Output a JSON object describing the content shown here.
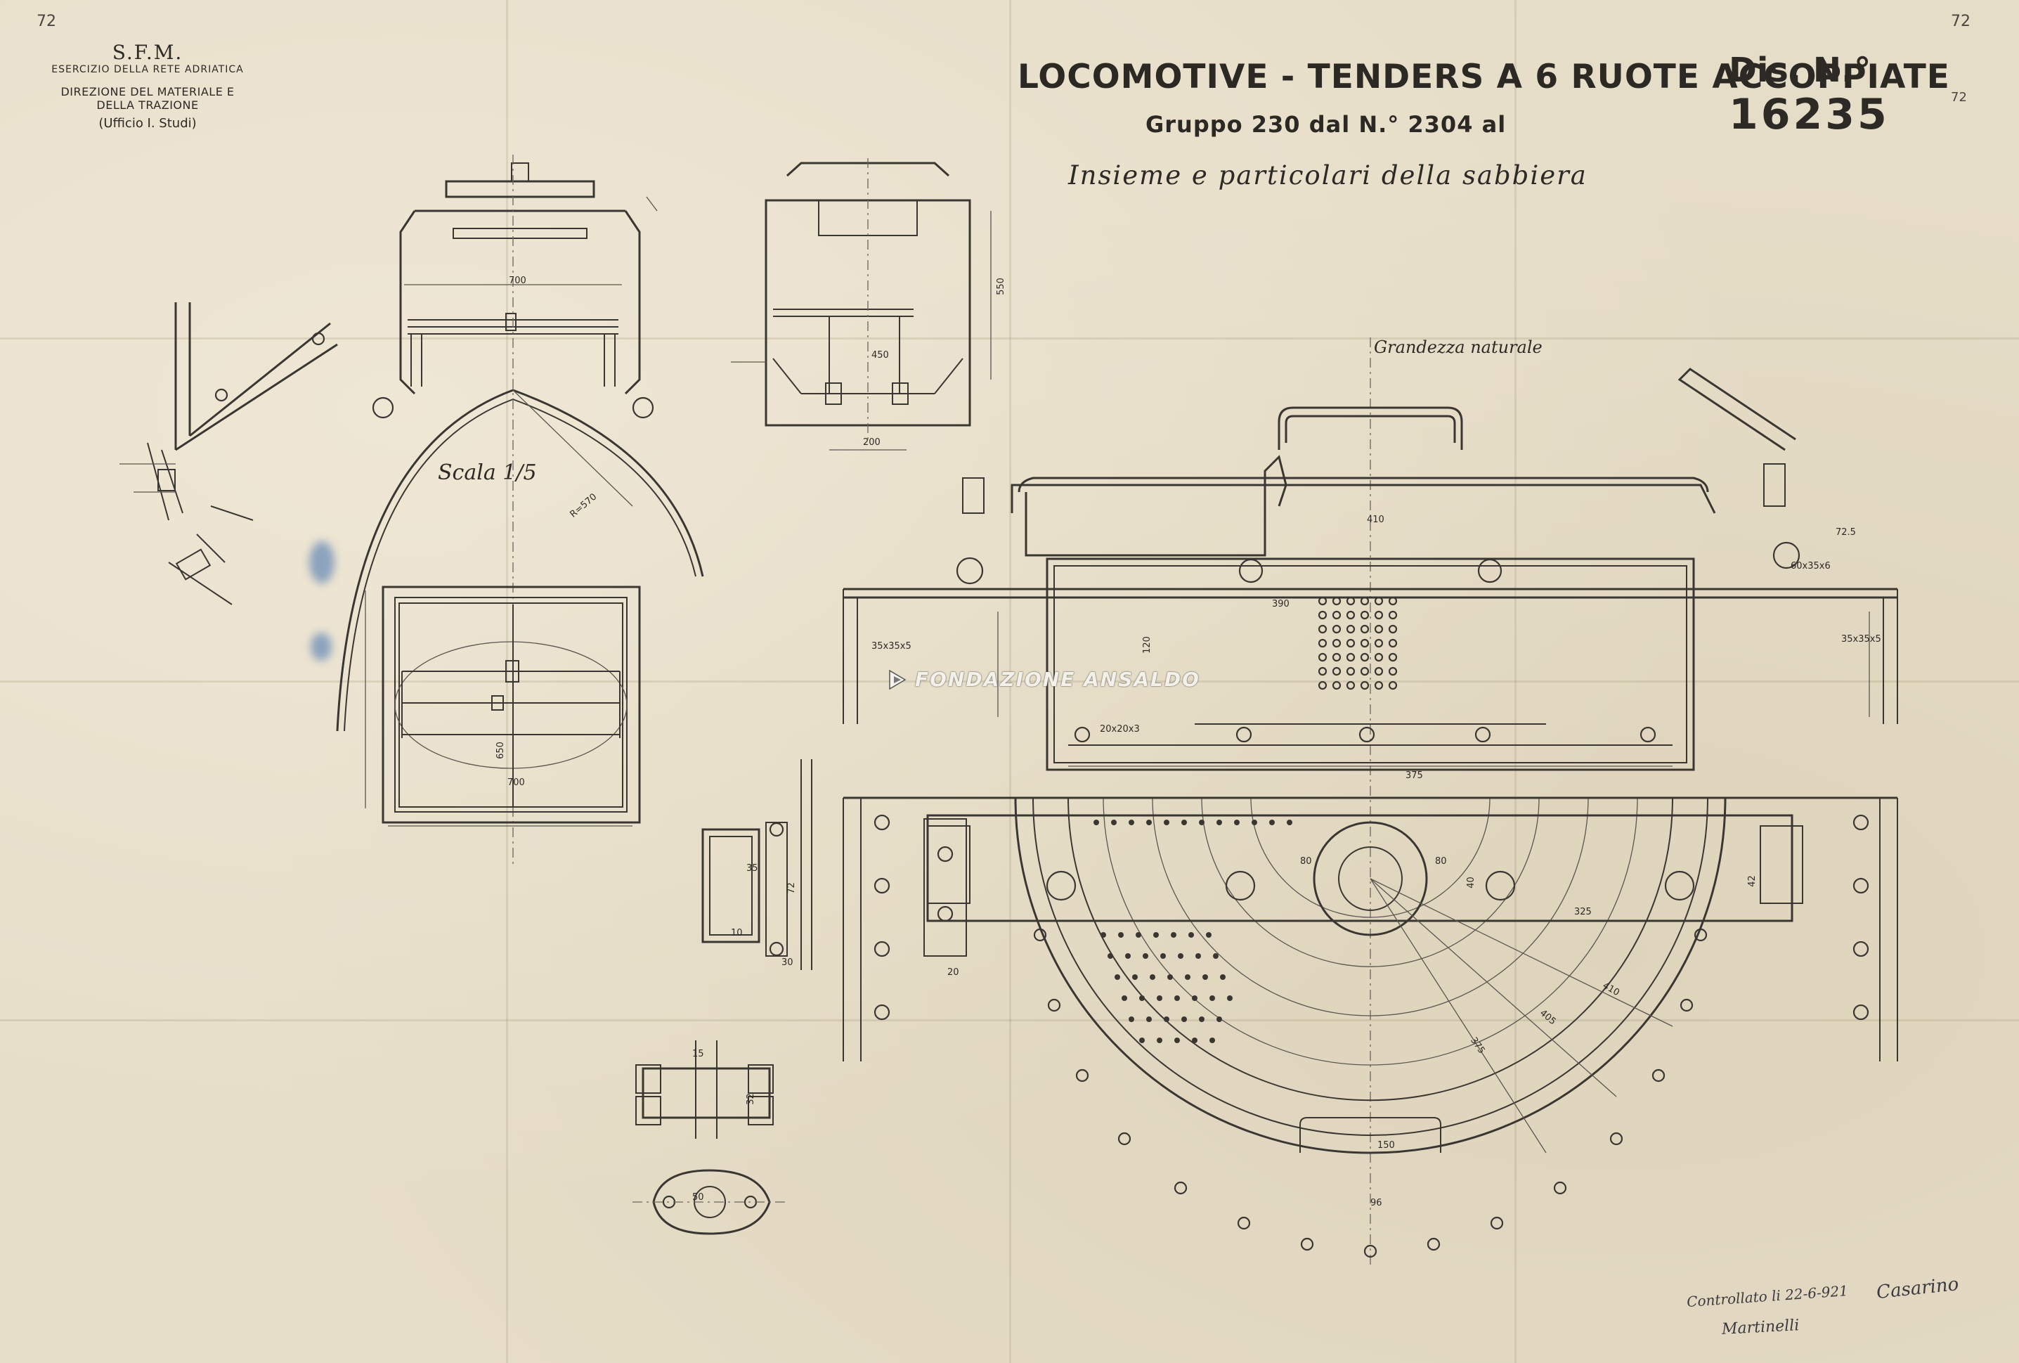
{
  "corners": {
    "top_left": "72",
    "top_right": "72",
    "right_mark": "72"
  },
  "title_block": {
    "org": "S.F.M.",
    "network": "ESERCIZIO DELLA RETE ADRIATICA",
    "department": "DIREZIONE DEL MATERIALE E DELLA TRAZIONE",
    "office": "(Ufficio I. Studi)"
  },
  "title": {
    "main": "LOCOMOTIVE - TENDERS A 6 RUOTE ACCOPPIATE",
    "group": "Gruppo 230 dal N.° 2304 al"
  },
  "drawing_number": {
    "prefix": "Dis. N.°",
    "number": "16235"
  },
  "description": "Insieme e particolari della sabbiera",
  "scale_labels": {
    "reduced": "Scala 1/5",
    "natural": "Grandezza naturale"
  },
  "watermark": "FONDAZIONE ANSALDO",
  "signatures": {
    "checked": "Controllato li 22-6-921",
    "checker": "Martinelli",
    "designer": "Casarino"
  },
  "dimensions": {
    "top_view_width": "700",
    "side_height": "550",
    "side_width": "450",
    "base_width": "200",
    "radius": "R=570",
    "plan_width": "700",
    "plan_height": "650",
    "handle_span": "410",
    "body_width": "390",
    "body_height": "120",
    "bottom_span": "375",
    "angle_left": "35x35x5",
    "angle_right": "35x35x5",
    "channel": "20x20x3",
    "profile": "60x35x6",
    "overhang": "72.5",
    "radial_1": "410",
    "radial_2": "405",
    "radial_3": "375",
    "flange": "325",
    "pin_1": "80",
    "pin_2": "80",
    "pin_3": "40",
    "bottom_1": "150",
    "bottom_2": "96",
    "lug_1": "50",
    "lug_2": "32",
    "lug_3": "15",
    "detail_1": "20",
    "detail_2": "30",
    "detail_3": "72",
    "detail_4": "42",
    "detail_5": "35",
    "detail_6": "10"
  },
  "colors": {
    "paper": "#e6ddc8",
    "ink": "#3a3733",
    "stain": "#3c6eaf"
  }
}
